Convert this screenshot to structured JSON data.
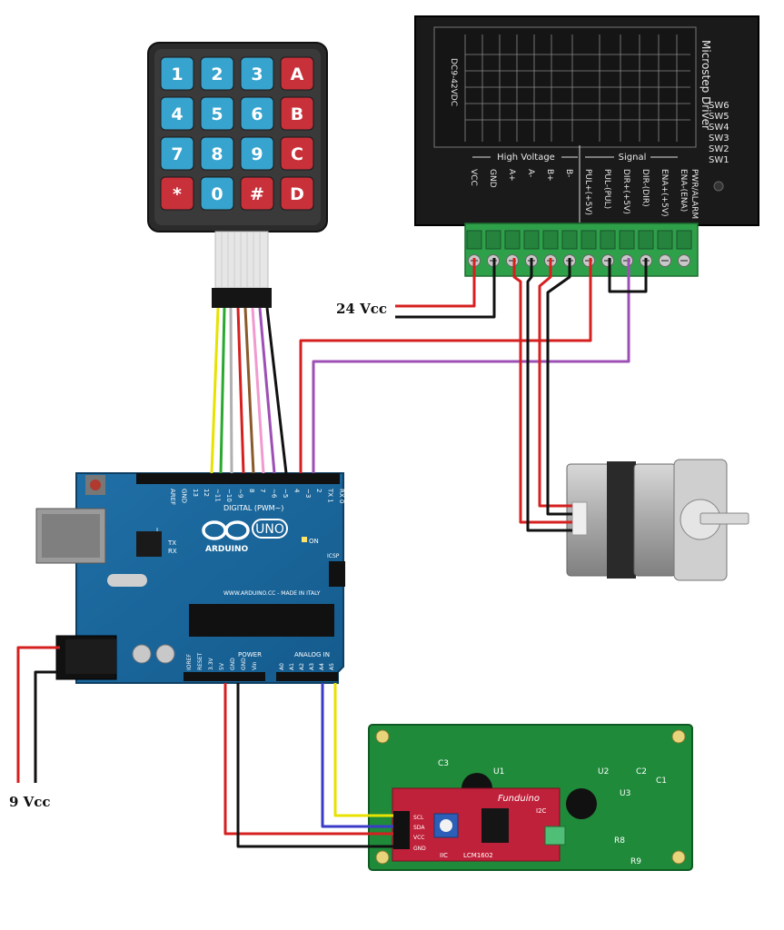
{
  "labels": {
    "supply_24": "24 Vcc",
    "supply_9": "9 Vcc"
  },
  "keypad": {
    "keys": [
      "1",
      "2",
      "3",
      "A",
      "4",
      "5",
      "6",
      "B",
      "7",
      "8",
      "9",
      "C",
      "*",
      "0",
      "#",
      "D"
    ]
  },
  "driver": {
    "title": "Microstep Driver",
    "voltage_range": "DC9-42VDC",
    "group_high": "High Voltage",
    "group_signal": "Signal",
    "switches": [
      "SW6",
      "SW5",
      "SW4",
      "SW3",
      "SW2",
      "SW1"
    ],
    "terminals": [
      "VCC",
      "GND",
      "A+",
      "A-",
      "B+",
      "B-",
      "PUL+(+5V)",
      "PUL-(PUL)",
      "DIR+(+5V)",
      "DIR-(DIR)",
      "ENA+(+5V)",
      "ENA-(ENA)"
    ],
    "alarm_label": "PWR/ALARM"
  },
  "arduino": {
    "brand": "ARDUINO",
    "model": "UNO",
    "digital_label": "DIGITAL (PWM~)",
    "power_label": "POWER",
    "analog_label": "ANALOG IN",
    "url": "WWW.ARDUINO.CC - MADE IN ITALY",
    "digital_pins": [
      "AREF",
      "GND",
      "13",
      "12",
      "~11",
      "~10",
      "~9",
      "8",
      "7",
      "~6",
      "~5",
      "4",
      "~3",
      "2",
      "TX 1",
      "RX 0"
    ],
    "power_pins": [
      "IOREF",
      "RESET",
      "3.3V",
      "5V",
      "GND",
      "GND",
      "Vin"
    ],
    "analog_pins": [
      "A0",
      "A1",
      "A2",
      "A3",
      "A4",
      "A5"
    ],
    "led_labels": [
      "L",
      "TX",
      "RX",
      "ON"
    ],
    "icsp": "ICSP"
  },
  "lcd": {
    "backpack_brand": "Funduino",
    "pins": [
      "GND",
      "VCC",
      "SDA",
      "SCL"
    ],
    "labels": [
      "C3",
      "C2",
      "C1",
      "U1",
      "U2",
      "U3",
      "R8",
      "R9",
      "I2C",
      "LCM1602",
      "IIC"
    ]
  }
}
